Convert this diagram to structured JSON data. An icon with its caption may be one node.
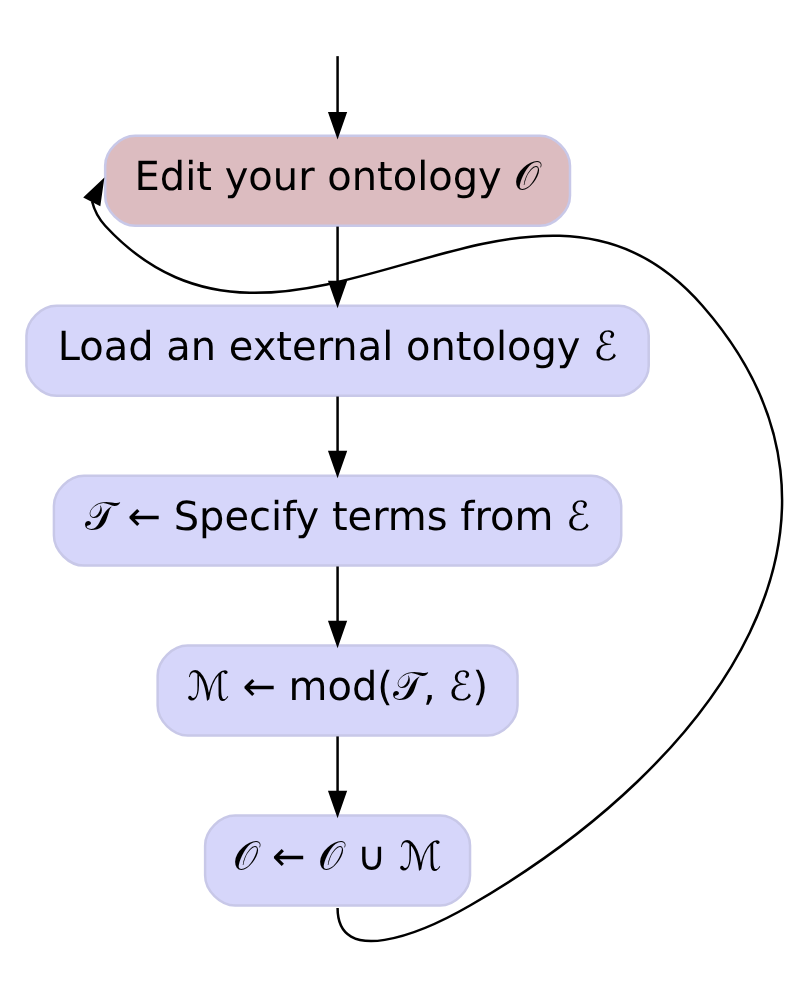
{
  "diagram": {
    "nodes": [
      {
        "text": [
          "Edit your ontology 𝒪"
        ]
      },
      {
        "text": [
          "Load an external ontology ℰ"
        ]
      },
      {
        "text": [
          "𝒯 ← Specify terms from ℰ"
        ]
      },
      {
        "text": [
          "ℳ ← mod(𝒯, ℰ)"
        ]
      },
      {
        "text": [
          "𝒪 ← 𝒪 ∪ ℳ"
        ]
      }
    ],
    "edges": [
      {
        "from": null,
        "to": 0,
        "arrow": "to"
      },
      {
        "from": 0,
        "to": 1,
        "arrow": "to"
      },
      {
        "from": 1,
        "to": 2,
        "arrow": "to"
      },
      {
        "from": 2,
        "to": 3,
        "arrow": "to"
      },
      {
        "from": 3,
        "to": 4,
        "arrow": "to"
      },
      {
        "from": 4,
        "to": 0,
        "arrow": "to"
      }
    ]
  }
}
